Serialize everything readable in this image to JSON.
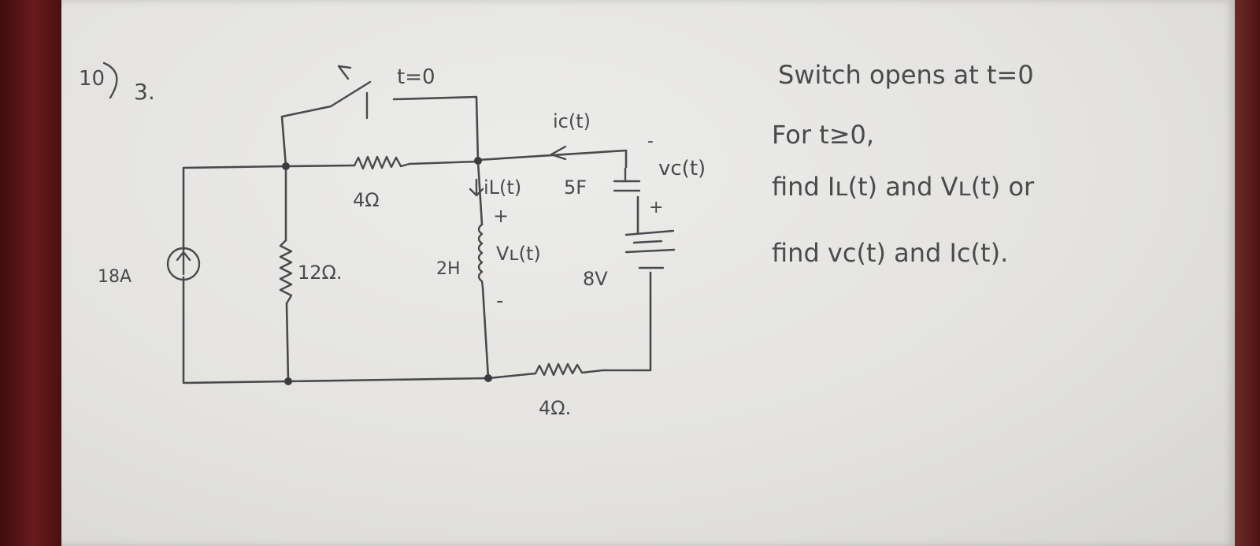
{
  "problem": {
    "circled_number": "10",
    "item_number": "3."
  },
  "circuit": {
    "switch_label": "t=0",
    "ic_label": "iᴄ(t)",
    "vc_label": "vᴄ(t)",
    "capacitor_minus": "-",
    "capacitor_plus": "+",
    "il_label": "iL(t)",
    "capacitor_value": "5F",
    "resistor_top_value": "4Ω",
    "inductor_plus": "+",
    "inductor_minus": "-",
    "vl_label": "Vʟ(t)",
    "inductor_value": "2H",
    "resistor_left_value": "12Ω.",
    "source_value": "18A",
    "source_arrow": "↑",
    "battery_value": "8V",
    "battery_plus": "+",
    "resistor_bottom_value": "4Ω."
  },
  "instructions": {
    "line1": "Switch opens at t=0",
    "line2": "For t≥0,",
    "line3": "find Iʟ(t) and Vʟ(t) or",
    "line4": "find vᴄ(t) and Iᴄ(t)."
  },
  "colors": {
    "ink": "#4a4a4e",
    "paper": "#e6e5e2",
    "background": "#5a1416"
  }
}
